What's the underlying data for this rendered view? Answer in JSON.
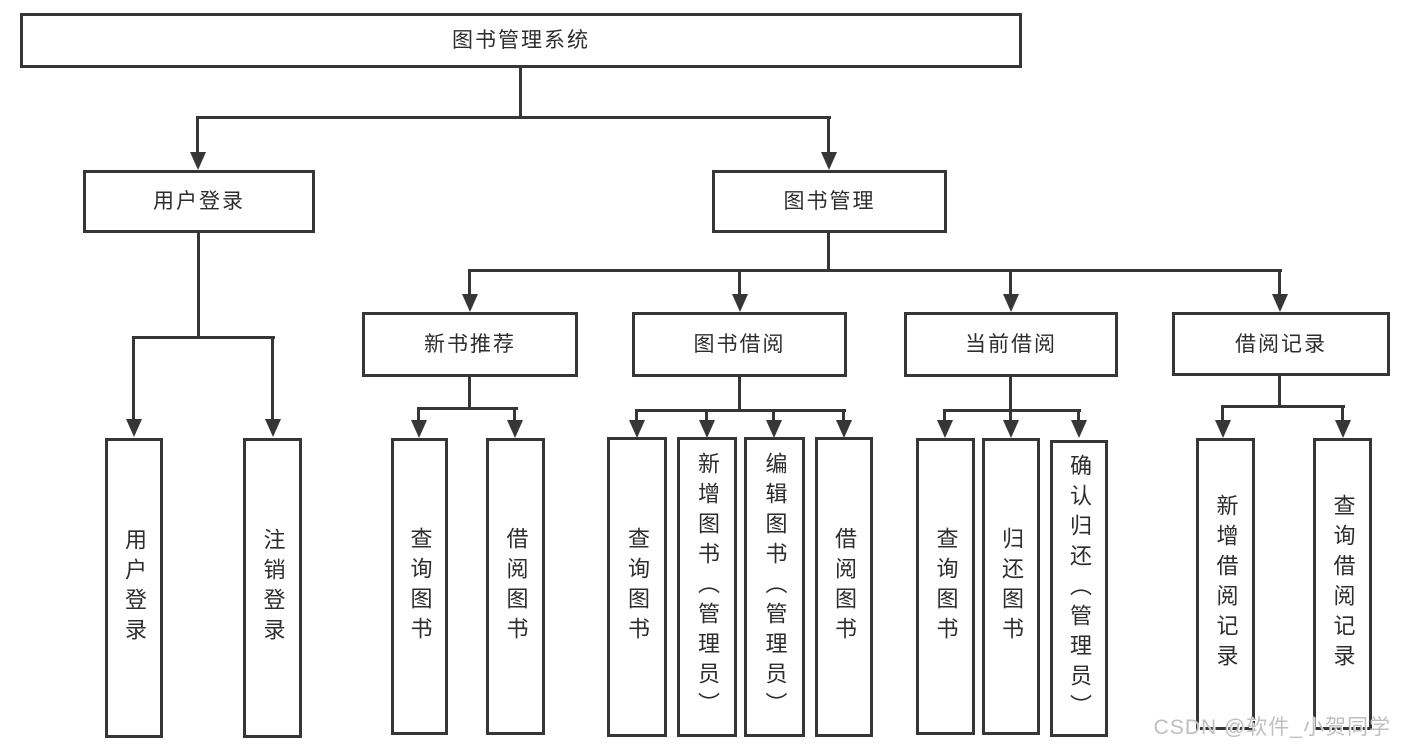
{
  "diagram": {
    "title": "图书管理系统",
    "root": {
      "label": "图书管理系统"
    },
    "level2": [
      {
        "id": "user-login",
        "label": "用户登录"
      },
      {
        "id": "book-management",
        "label": "图书管理"
      }
    ],
    "level3": [
      {
        "id": "new-book-recommend",
        "label": "新书推荐"
      },
      {
        "id": "book-borrow",
        "label": "图书借阅"
      },
      {
        "id": "current-borrow",
        "label": "当前借阅"
      },
      {
        "id": "borrow-records",
        "label": "借阅记录"
      }
    ],
    "leaves": [
      {
        "parent": "user-login",
        "label": "用户登录"
      },
      {
        "parent": "user-login",
        "label": "注销登录"
      },
      {
        "parent": "new-book-recommend",
        "label": "查询图书"
      },
      {
        "parent": "new-book-recommend",
        "label": "借阅图书"
      },
      {
        "parent": "book-borrow",
        "label": "查询图书"
      },
      {
        "parent": "book-borrow",
        "label": "新增图书（管理员）"
      },
      {
        "parent": "book-borrow",
        "label": "编辑图书（管理员）"
      },
      {
        "parent": "book-borrow",
        "label": "借阅图书"
      },
      {
        "parent": "current-borrow",
        "label": "查询图书"
      },
      {
        "parent": "current-borrow",
        "label": "归还图书"
      },
      {
        "parent": "current-borrow",
        "label": "确认归还（管理员）"
      },
      {
        "parent": "borrow-records",
        "label": "新增借阅记录"
      },
      {
        "parent": "borrow-records",
        "label": "查询借阅记录"
      }
    ],
    "watermark": "CSDN @软件_小贺同学",
    "colors": {
      "line": "#363636",
      "text": "#2d2d2d",
      "background": "#ffffff",
      "watermark": "#bfbfbf"
    }
  }
}
